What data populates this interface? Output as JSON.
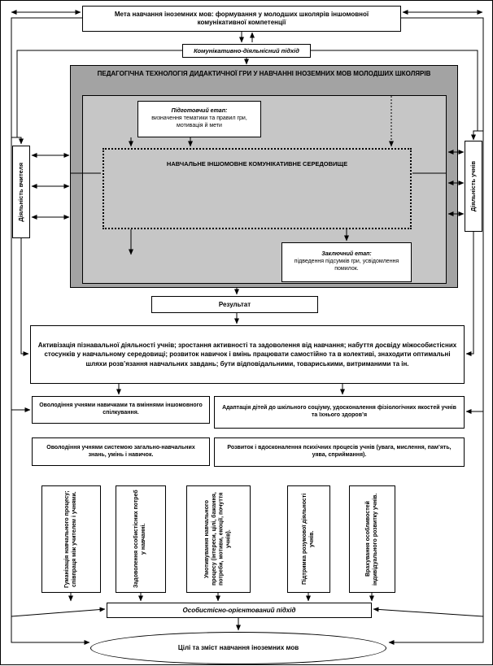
{
  "diagram": {
    "goal": "Мета навчання іноземних мов: формування у молодших школярів іншомовної комунікативної компетенції",
    "communicative_approach": "Комунікативно-діяльнісний підхід",
    "technology_title": "ПЕДАГОГІЧНА ТЕХНОЛОГІЯ ДИДАКТИЧНОЇ ГРИ У НАВЧАННІ ІНОЗЕМНИХ МОВ МОЛОДШИХ ШКОЛЯРІВ",
    "preparatory_stage": {
      "title": "Підготовчий етап:",
      "text": "визначення тематики та правил гри, мотивація й мети"
    },
    "environment": "НАВЧАЛЬНЕ ІНШОМОВНЕ КОМУНІКАТИВНЕ СЕРЕДОВИЩЕ",
    "final_stage": {
      "title": "Заключний етап:",
      "text": "підведення підсумків гри, усвідомлення помилок."
    },
    "teacher_activity": "Діяльність вчителя",
    "students_activity": "Діяльність учнів",
    "result_label": "Результат",
    "result_text": "Активізація пізнавальної діяльності учнів; зростання активності та задоволення від навчання; набуття досвіду міжособистісних стосунків у навчальному середовищі; розвиток навичок і вмінь працювати самостійно та в колективі, знаходити оптимальні шляхи розв’язання навчальних завдань; бути відповідальними, товариськими, витриманими та ін.",
    "outcomes": [
      "Оволодіння учнями навичками та вміннями іншомовного спілкування.",
      "Адаптація дітей до шкільного соціуму, удосконалення фізіологічних якостей учнів та їхнього здоров’я",
      "Оволодіння учнями системою загально-навчальних знань, умінь і навичок.",
      "Розвиток і вдосконалення психічних процесів учнів (увага, мислення, пам’ять, уява, сприймання)."
    ],
    "principles": [
      "Гуманізація навчального процесу; співпраця між учителем і учнями.",
      "Задоволення особистісних потреб у навчанні.",
      "Умотивування навчального процесу (інтереси, цілі, бажання, потреби, мотиви, емоції, почуття учнів).",
      "Підтримка розумової діяльності учнів.",
      "Врахування особливостей індивідуального розвитку учнів."
    ],
    "personal_approach": "Особистісно-орієнтований підхід",
    "ellipse": "Цілі та зміст навчання іноземних мов"
  },
  "colors": {
    "tech_bg": "#a3a3a3",
    "inner_bg": "#c6c6c6"
  }
}
